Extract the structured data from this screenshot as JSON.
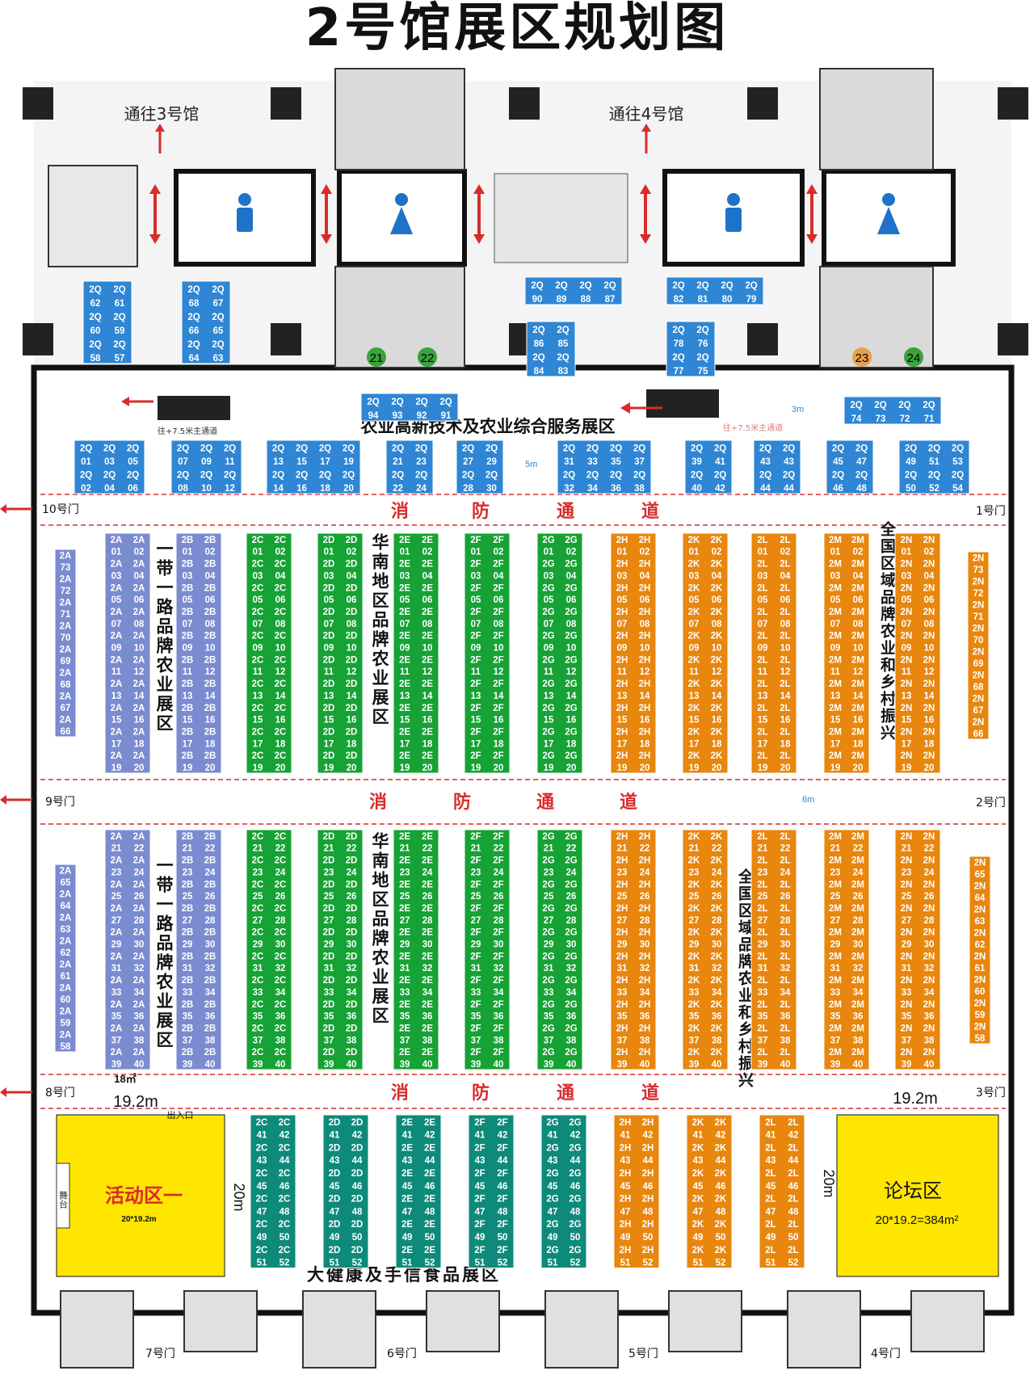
{
  "title": "2号馆展区规划图",
  "directions": {
    "to_hall3": "通往3号馆",
    "to_hall4": "通往4号馆"
  },
  "top_zone_label": "农业高新技术及农业综合服务展区",
  "fire_lane": [
    "消",
    "防",
    "通",
    "道"
  ],
  "gates": {
    "g10": "10号门",
    "g1": "1号门",
    "g9": "9号门",
    "g2": "2号门",
    "g8": "8号门",
    "g3": "3号门",
    "g7": "7号门",
    "g6": "6号门",
    "g5": "5号门",
    "g4": "4号门"
  },
  "main_channel_left": "往+7.5米主通道",
  "main_channel_right": "往+7.5米主通道",
  "dims": {
    "d3m": "3m",
    "d5m": "5m",
    "d6m": "6m",
    "d18": "18㎡",
    "d19_2": "19.2m",
    "d20m": "20m",
    "entrance": "出入口"
  },
  "zones": {
    "belt_road": "一带一路品牌农业展区",
    "south_china": "华南地区品牌农业展区",
    "national": "全国区域品牌农业和乡村振兴",
    "health": "大健康及手信食品展区"
  },
  "activity_area": {
    "name": "活动区一",
    "size": "20*19.2m",
    "stage": "舞台"
  },
  "forum_area": {
    "name": "论坛区",
    "size": "20*19.2=384m²"
  },
  "service_points": [
    "21",
    "22",
    "23",
    "24"
  ],
  "colors": {
    "blue": "#2e86d4",
    "purple": "#7b8bd0",
    "green": "#16a234",
    "teal": "#0e8a7a",
    "orange": "#e8860e",
    "yellow": "#ffe600",
    "red": "#d92b2b"
  },
  "booths": {
    "top_groups": [
      {
        "rows": [
          [
            "2Q",
            "2Q"
          ],
          [
            "62",
            "61"
          ],
          [
            "2Q",
            "2Q"
          ],
          [
            "60",
            "59"
          ],
          [
            "2Q",
            "2Q"
          ],
          [
            "58",
            "57"
          ]
        ]
      },
      {
        "rows": [
          [
            "2Q",
            "2Q"
          ],
          [
            "68",
            "67"
          ],
          [
            "2Q",
            "2Q"
          ],
          [
            "66",
            "65"
          ],
          [
            "2Q",
            "2Q"
          ],
          [
            "64",
            "63"
          ]
        ]
      },
      {
        "rows": [
          [
            "2Q",
            "2Q",
            "2Q",
            "2Q"
          ],
          [
            "90",
            "89",
            "88",
            "87"
          ]
        ]
      },
      {
        "rows": [
          [
            "2Q",
            "2Q",
            "2Q",
            "2Q"
          ],
          [
            "82",
            "81",
            "80",
            "79"
          ]
        ]
      },
      {
        "rows": [
          [
            "2Q",
            "2Q"
          ],
          [
            "86",
            "85"
          ],
          [
            "2Q",
            "2Q"
          ],
          [
            "84",
            "83"
          ]
        ]
      },
      {
        "rows": [
          [
            "2Q",
            "2Q"
          ],
          [
            "78",
            "76"
          ],
          [
            "2Q",
            "2Q"
          ],
          [
            "77",
            "75"
          ]
        ]
      },
      {
        "rows": [
          [
            "2Q",
            "2Q",
            "2Q",
            "2Q"
          ],
          [
            "94",
            "93",
            "92",
            "91"
          ]
        ]
      },
      {
        "rows": [
          [
            "2Q",
            "2Q",
            "2Q",
            "2Q"
          ],
          [
            "74",
            "73",
            "72",
            "71"
          ]
        ]
      }
    ],
    "row2_groups": [
      {
        "rows": [
          [
            "2Q",
            "2Q",
            "2Q"
          ],
          [
            "01",
            "03",
            "05"
          ],
          [
            "2Q",
            "2Q",
            "2Q"
          ],
          [
            "02",
            "04",
            "06"
          ]
        ]
      },
      {
        "rows": [
          [
            "2Q",
            "2Q",
            "2Q"
          ],
          [
            "07",
            "09",
            "11"
          ],
          [
            "2Q",
            "2Q",
            "2Q"
          ],
          [
            "08",
            "10",
            "12"
          ]
        ]
      },
      {
        "rows": [
          [
            "2Q",
            "2Q",
            "2Q",
            "2Q"
          ],
          [
            "13",
            "15",
            "17",
            "19"
          ],
          [
            "2Q",
            "2Q",
            "2Q",
            "2Q"
          ],
          [
            "14",
            "16",
            "18",
            "20"
          ]
        ]
      },
      {
        "rows": [
          [
            "2Q",
            "2Q"
          ],
          [
            "21",
            "23"
          ],
          [
            "2Q",
            "2Q"
          ],
          [
            "22",
            "24"
          ]
        ]
      },
      {
        "rows": [
          [
            "2Q",
            "2Q"
          ],
          [
            "27",
            "29"
          ],
          [
            "2Q",
            "2Q"
          ],
          [
            "28",
            "30"
          ]
        ]
      },
      {
        "rows": [
          [
            "2Q",
            "2Q",
            "2Q",
            "2Q"
          ],
          [
            "31",
            "33",
            "35",
            "37"
          ],
          [
            "2Q",
            "2Q",
            "2Q",
            "2Q"
          ],
          [
            "32",
            "34",
            "36",
            "38"
          ]
        ]
      },
      {
        "rows": [
          [
            "2Q",
            "2Q"
          ],
          [
            "39",
            "41"
          ],
          [
            "2Q",
            "2Q"
          ],
          [
            "40",
            "42"
          ]
        ]
      },
      {
        "rows": [
          [
            "2Q",
            "2Q"
          ],
          [
            "43",
            "43"
          ],
          [
            "2Q",
            "2Q"
          ],
          [
            "44",
            "44"
          ]
        ]
      },
      {
        "rows": [
          [
            "2Q",
            "2Q"
          ],
          [
            "45",
            "47"
          ],
          [
            "2Q",
            "2Q"
          ],
          [
            "46",
            "48"
          ]
        ]
      },
      {
        "rows": [
          [
            "2Q",
            "2Q",
            "2Q"
          ],
          [
            "49",
            "51",
            "53"
          ],
          [
            "2Q",
            "2Q",
            "2Q"
          ],
          [
            "50",
            "52",
            "54"
          ]
        ]
      }
    ],
    "columns_mid": [
      {
        "prefix": "2A",
        "nums": [
          "01",
          "02",
          "03",
          "04",
          "05",
          "06",
          "07",
          "08",
          "09",
          "10",
          "11",
          "12",
          "13",
          "14",
          "15",
          "16",
          "17",
          "18",
          "19",
          "20"
        ],
        "color": "purple"
      },
      {
        "prefix": "2B",
        "nums": [
          "01",
          "02",
          "03",
          "04",
          "05",
          "06",
          "07",
          "08",
          "09",
          "10",
          "11",
          "12",
          "13",
          "14",
          "15",
          "16",
          "17",
          "18",
          "19",
          "20"
        ],
        "color": "purple"
      },
      {
        "prefix": "2C",
        "nums": [
          "01",
          "02",
          "03",
          "04",
          "05",
          "06",
          "07",
          "08",
          "09",
          "10",
          "11",
          "12",
          "13",
          "14",
          "15",
          "16",
          "17",
          "18",
          "19",
          "20"
        ],
        "color": "green"
      },
      {
        "prefix": "2D",
        "nums": [
          "01",
          "02",
          "03",
          "04",
          "05",
          "06",
          "07",
          "08",
          "09",
          "10",
          "11",
          "12",
          "13",
          "14",
          "15",
          "16",
          "17",
          "18",
          "19",
          "20"
        ],
        "color": "green"
      },
      {
        "prefix": "2E",
        "nums": [
          "01",
          "02",
          "03",
          "04",
          "05",
          "06",
          "07",
          "08",
          "09",
          "10",
          "11",
          "12",
          "13",
          "14",
          "15",
          "16",
          "17",
          "18",
          "19",
          "20"
        ],
        "color": "green"
      },
      {
        "prefix": "2F",
        "nums": [
          "01",
          "02",
          "03",
          "04",
          "05",
          "06",
          "07",
          "08",
          "09",
          "10",
          "11",
          "12",
          "13",
          "14",
          "15",
          "16",
          "17",
          "18",
          "19",
          "20"
        ],
        "color": "green"
      },
      {
        "prefix": "2G",
        "nums": [
          "01",
          "02",
          "03",
          "04",
          "05",
          "06",
          "07",
          "08",
          "09",
          "10",
          "11",
          "12",
          "13",
          "14",
          "15",
          "16",
          "17",
          "18",
          "19",
          "20"
        ],
        "color": "green"
      },
      {
        "prefix": "2H",
        "nums": [
          "01",
          "02",
          "03",
          "04",
          "05",
          "06",
          "07",
          "08",
          "09",
          "10",
          "11",
          "12",
          "13",
          "14",
          "15",
          "16",
          "17",
          "18",
          "19",
          "20"
        ],
        "color": "orange"
      },
      {
        "prefix": "2K",
        "nums": [
          "01",
          "02",
          "03",
          "04",
          "05",
          "06",
          "07",
          "08",
          "09",
          "10",
          "11",
          "12",
          "13",
          "14",
          "15",
          "16",
          "17",
          "18",
          "19",
          "20"
        ],
        "color": "orange"
      },
      {
        "prefix": "2L",
        "nums": [
          "01",
          "02",
          "03",
          "04",
          "05",
          "06",
          "07",
          "08",
          "09",
          "10",
          "11",
          "12",
          "13",
          "14",
          "15",
          "16",
          "17",
          "18",
          "19",
          "20"
        ],
        "color": "orange"
      },
      {
        "prefix": "2M",
        "nums": [
          "01",
          "02",
          "03",
          "04",
          "05",
          "06",
          "07",
          "08",
          "09",
          "10",
          "11",
          "12",
          "13",
          "14",
          "15",
          "16",
          "17",
          "18",
          "19",
          "20"
        ],
        "color": "orange"
      },
      {
        "prefix": "2N",
        "nums": [
          "01",
          "02",
          "03",
          "04",
          "05",
          "06",
          "07",
          "08",
          "09",
          "10",
          "11",
          "12",
          "13",
          "14",
          "15",
          "16",
          "17",
          "18",
          "19",
          "20"
        ],
        "color": "orange"
      }
    ],
    "columns_low": [
      {
        "prefix": "2A",
        "nums": [
          "21",
          "22",
          "23",
          "24",
          "25",
          "26",
          "27",
          "28",
          "29",
          "30",
          "31",
          "32",
          "33",
          "34",
          "35",
          "36",
          "37",
          "38",
          "39",
          "40"
        ],
        "color": "purple"
      },
      {
        "prefix": "2B",
        "nums": [
          "21",
          "22",
          "23",
          "24",
          "25",
          "26",
          "27",
          "28",
          "29",
          "30",
          "31",
          "32",
          "33",
          "34",
          "35",
          "36",
          "37",
          "38",
          "39",
          "40"
        ],
        "color": "purple"
      },
      {
        "prefix": "2C",
        "nums": [
          "21",
          "22",
          "23",
          "24",
          "25",
          "26",
          "27",
          "28",
          "29",
          "30",
          "31",
          "32",
          "33",
          "34",
          "35",
          "36",
          "37",
          "38",
          "39",
          "40"
        ],
        "color": "green"
      },
      {
        "prefix": "2D",
        "nums": [
          "21",
          "22",
          "23",
          "24",
          "25",
          "26",
          "27",
          "28",
          "29",
          "30",
          "31",
          "32",
          "33",
          "34",
          "35",
          "36",
          "37",
          "38",
          "39",
          "40"
        ],
        "color": "green"
      },
      {
        "prefix": "2E",
        "nums": [
          "21",
          "22",
          "23",
          "24",
          "25",
          "26",
          "27",
          "28",
          "29",
          "30",
          "31",
          "32",
          "33",
          "34",
          "35",
          "36",
          "37",
          "38",
          "39",
          "40"
        ],
        "color": "green"
      },
      {
        "prefix": "2F",
        "nums": [
          "21",
          "22",
          "23",
          "24",
          "25",
          "26",
          "27",
          "28",
          "29",
          "30",
          "31",
          "32",
          "33",
          "34",
          "35",
          "36",
          "37",
          "38",
          "39",
          "40"
        ],
        "color": "green"
      },
      {
        "prefix": "2G",
        "nums": [
          "21",
          "22",
          "23",
          "24",
          "25",
          "26",
          "27",
          "28",
          "29",
          "30",
          "31",
          "32",
          "33",
          "34",
          "35",
          "36",
          "37",
          "38",
          "39",
          "40"
        ],
        "color": "green"
      },
      {
        "prefix": "2H",
        "nums": [
          "21",
          "22",
          "23",
          "24",
          "25",
          "26",
          "27",
          "28",
          "29",
          "30",
          "31",
          "32",
          "33",
          "34",
          "35",
          "36",
          "37",
          "38",
          "39",
          "40"
        ],
        "color": "orange"
      },
      {
        "prefix": "2K",
        "nums": [
          "21",
          "22",
          "23",
          "24",
          "25",
          "26",
          "27",
          "28",
          "29",
          "30",
          "31",
          "32",
          "33",
          "34",
          "35",
          "36",
          "37",
          "38",
          "39",
          "40"
        ],
        "color": "orange"
      },
      {
        "prefix": "2L",
        "nums": [
          "21",
          "22",
          "23",
          "24",
          "25",
          "26",
          "27",
          "28",
          "29",
          "30",
          "31",
          "32",
          "33",
          "34",
          "35",
          "36",
          "37",
          "38",
          "39",
          "40"
        ],
        "color": "orange"
      },
      {
        "prefix": "2M",
        "nums": [
          "21",
          "22",
          "23",
          "24",
          "25",
          "26",
          "27",
          "28",
          "29",
          "30",
          "31",
          "32",
          "33",
          "34",
          "35",
          "36",
          "37",
          "38",
          "39",
          "40"
        ],
        "color": "orange"
      },
      {
        "prefix": "2N",
        "nums": [
          "21",
          "22",
          "23",
          "24",
          "25",
          "26",
          "27",
          "28",
          "29",
          "30",
          "31",
          "32",
          "33",
          "34",
          "35",
          "36",
          "37",
          "38",
          "39",
          "40"
        ],
        "color": "orange"
      }
    ],
    "columns_bottom": [
      {
        "prefix": "2C",
        "nums": [
          "41",
          "42",
          "43",
          "44",
          "45",
          "46",
          "47",
          "48",
          "49",
          "50",
          "51",
          "52"
        ],
        "color": "teal"
      },
      {
        "prefix": "2D",
        "nums": [
          "41",
          "42",
          "43",
          "44",
          "45",
          "46",
          "47",
          "48",
          "49",
          "50",
          "51",
          "52"
        ],
        "color": "teal"
      },
      {
        "prefix": "2E",
        "nums": [
          "41",
          "42",
          "43",
          "44",
          "45",
          "46",
          "47",
          "48",
          "49",
          "50",
          "51",
          "52"
        ],
        "color": "teal"
      },
      {
        "prefix": "2F",
        "nums": [
          "41",
          "42",
          "43",
          "44",
          "45",
          "46",
          "47",
          "48",
          "49",
          "50",
          "51",
          "52"
        ],
        "color": "teal"
      },
      {
        "prefix": "2G",
        "nums": [
          "41",
          "42",
          "43",
          "44",
          "45",
          "46",
          "47",
          "48",
          "49",
          "50",
          "51",
          "52"
        ],
        "color": "teal"
      },
      {
        "prefix": "2H",
        "nums": [
          "41",
          "42",
          "43",
          "44",
          "45",
          "46",
          "47",
          "48",
          "49",
          "50",
          "51",
          "52"
        ],
        "color": "orange"
      },
      {
        "prefix": "2K",
        "nums": [
          "41",
          "42",
          "43",
          "44",
          "45",
          "46",
          "47",
          "48",
          "49",
          "50",
          "51",
          "52"
        ],
        "color": "orange"
      },
      {
        "prefix": "2L",
        "nums": [
          "41",
          "42",
          "43",
          "44",
          "45",
          "46",
          "47",
          "48",
          "49",
          "50",
          "51",
          "52"
        ],
        "color": "orange"
      }
    ],
    "side_2A_mid": [
      "73",
      "72",
      "71",
      "70",
      "69",
      "68",
      "67",
      "66"
    ],
    "side_2N_mid": [
      "73",
      "72",
      "71",
      "70",
      "69",
      "68",
      "67",
      "66"
    ],
    "side_2A_low": [
      "65",
      "64",
      "63",
      "62",
      "61",
      "60",
      "59",
      "58"
    ],
    "side_2N_low": [
      "65",
      "64",
      "63",
      "62",
      "61",
      "60",
      "59",
      "58"
    ]
  }
}
